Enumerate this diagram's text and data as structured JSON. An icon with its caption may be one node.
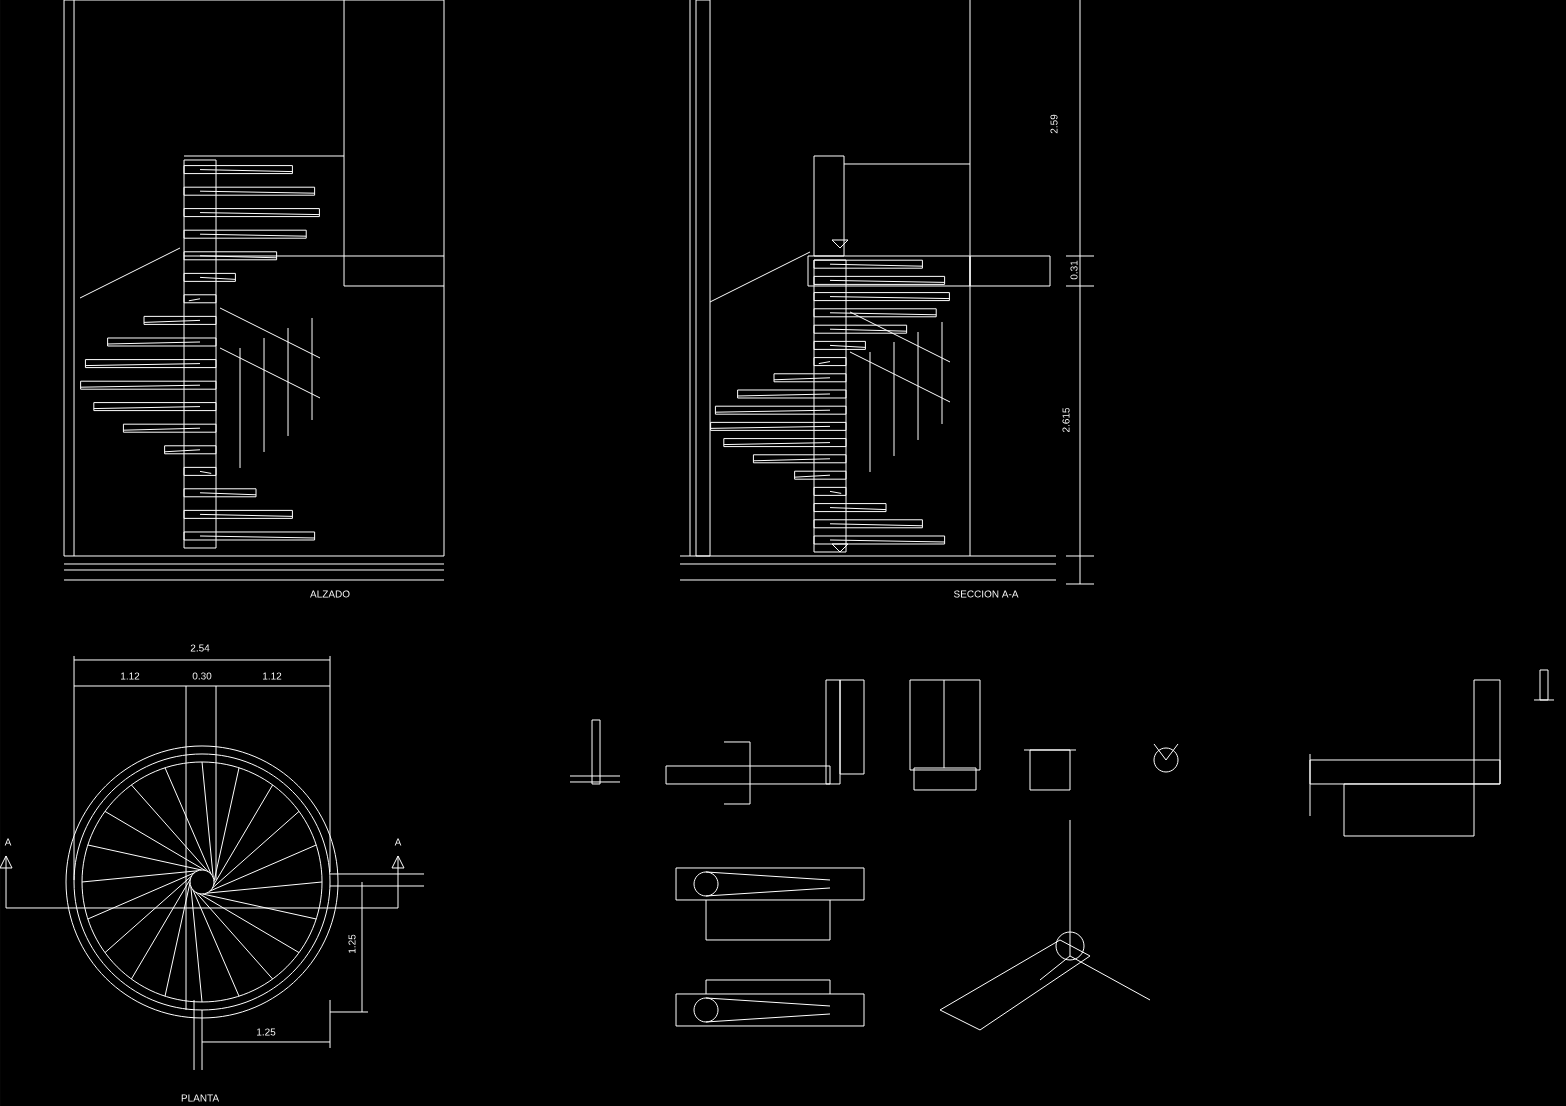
{
  "diagram": {
    "labels": [
      "2.59",
      "0.31",
      "2.615",
      "ALZADO",
      "SECCION A-A",
      "2.54",
      "1.12",
      "0.30",
      "1.12",
      "A",
      "A",
      "1.25",
      "1.25",
      "PLANTA"
    ]
  }
}
